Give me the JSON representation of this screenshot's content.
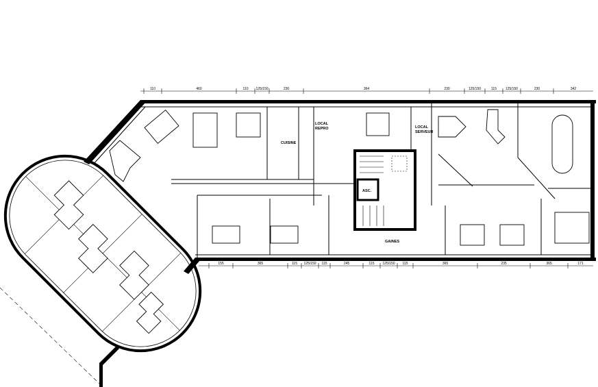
{
  "plan": {
    "rooms": [
      {
        "id": "cuisine",
        "label": "CUISINE"
      },
      {
        "id": "local-repro",
        "label": "LOCAL REPRO"
      },
      {
        "id": "local-serveur",
        "label": "LOCAL SERVEUR"
      },
      {
        "id": "ascenseur",
        "label": "ASC."
      },
      {
        "id": "gaines",
        "label": "GAINES"
      }
    ],
    "top_dimensions": [
      "110",
      "460",
      "110",
      "125/150",
      "230",
      "364",
      "230",
      "125/150",
      "115",
      "125/150",
      "230",
      "342"
    ],
    "bottom_dimensions": [
      "155",
      "365",
      "115",
      "125/150",
      "115",
      "245",
      "115",
      "125/150",
      "115",
      "365",
      "235",
      "365",
      "171"
    ]
  }
}
